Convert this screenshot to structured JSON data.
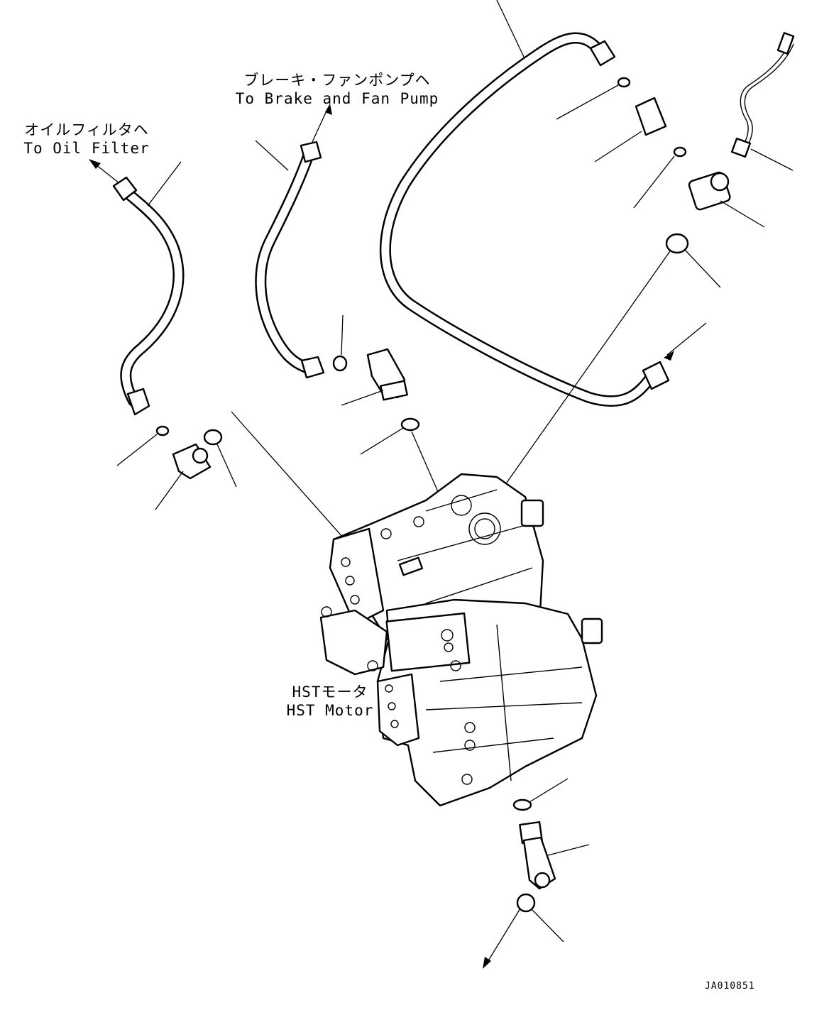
{
  "labels": {
    "oil_filter_jp": "オイルフィルタヘ",
    "oil_filter_en": "To Oil Filter",
    "brake_fan_jp": "ブレーキ・ファンポンプヘ",
    "brake_fan_en": "To Brake and Fan Pump",
    "hst_motor_jp": "HSTモータ",
    "hst_motor_en": "HST Motor"
  },
  "drawing_code": "JA010851"
}
